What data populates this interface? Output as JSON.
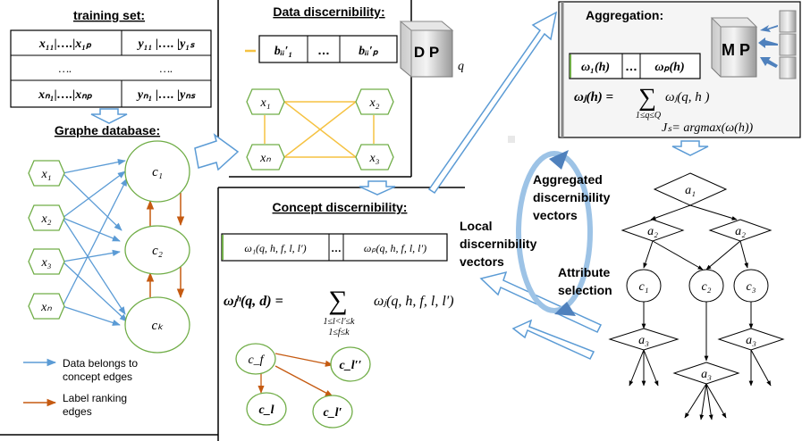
{
  "colors": {
    "blue_edge": "#5b9bd5",
    "orange_edge": "#c55a11",
    "node_green": "#70ad47",
    "yellow": "#f5c242",
    "cycle": "#9dc3e6",
    "cycle_arrow": "#4f81bd"
  },
  "training_set": {
    "title": "training set:",
    "row1": {
      "x": "x₁₁|….|x₁ₚ",
      "y": "y₁₁  |…. |y₁ₛ"
    },
    "row2": {
      "x": "….",
      "y": "…."
    },
    "row3": {
      "x": "xₙ₁|….|xₙₚ",
      "y": "yₙ₁  |…. |yₙₛ"
    }
  },
  "graph_db": {
    "title": "Graphe database:",
    "x_nodes": [
      "x₁",
      "x₂",
      "x₃",
      "xₙ"
    ],
    "c_nodes": [
      "c₁",
      "c₂",
      "cₖ"
    ],
    "legend": {
      "blue": [
        "Data belongs to",
        "concept edges"
      ],
      "orange": [
        "Label ranking",
        "edges"
      ]
    }
  },
  "data_disc": {
    "title": "Data discernibility:",
    "cells": [
      "bᵢᵢ′₁",
      "…",
      "bᵢᵢ′ₚ"
    ],
    "nodes": [
      "x₁",
      "x₂",
      "xₙ",
      "x₃"
    ],
    "dp": "D P",
    "q": "q"
  },
  "concept_disc": {
    "title": "Concept discernibility:",
    "cells": [
      "ω₁(q, h, f, l, l′)",
      "…",
      "ωₚ(q, h, f, l, l′)"
    ],
    "formula_lhs": "ωⱼʰ(q, d) =",
    "formula_sum": "∑",
    "formula_sub1": "1≤l<l′≤k",
    "formula_sub2": "1≤f≤k",
    "formula_rhs": "ωⱼ(q, h, f, l, l′)",
    "nodes": [
      "c_f",
      "c_l′′",
      "c_l",
      "c_l′"
    ]
  },
  "aggregation": {
    "title": "Aggregation:",
    "cells": [
      "ω₁(h)",
      "…",
      "ωₚ(h)"
    ],
    "mp": "M P",
    "formula_lhs": "ωⱼ(h) =",
    "formula_sum": "∑",
    "formula_sub": "1≤q≤Q",
    "formula_rhs": "ωⱼ(q, h )",
    "js": "Jₛ= argmax(ω(h))"
  },
  "cycle_labels": {
    "aggregated": [
      "Aggregated",
      "discernibility",
      "vectors"
    ],
    "local": [
      "Local",
      "discernibility",
      "vectors"
    ],
    "attribute": [
      "Attribute",
      "selection"
    ]
  },
  "tree": {
    "a1": "a₁",
    "a2l": "a₂",
    "a2r": "a₂",
    "c1": "c₁",
    "c2": "c₂",
    "c3": "c₃",
    "a3l": "a₃",
    "a3m": "a₃",
    "a3r": "a₃"
  }
}
